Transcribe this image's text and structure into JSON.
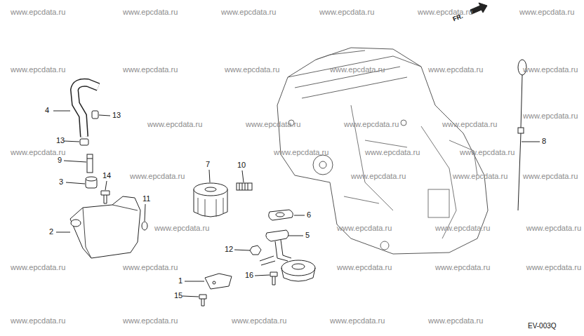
{
  "diagram": {
    "labels": [
      "4",
      "13",
      "13",
      "9",
      "3",
      "14",
      "11",
      "2",
      "7",
      "10",
      "6",
      "5",
      "12",
      "16",
      "1",
      "15",
      "8",
      "FR.",
      "EV-003Q",
      "www.epcdata.ru",
      "www.epcdata.ru",
      "www.epcdata.ru",
      "www.epcdata.ru",
      "www.epcdata.ru",
      "www.epcdata.ru",
      "www.epcdata.ru",
      "www.epcdata.ru",
      "www.epcdata.ru",
      "www.epcdata.ru",
      "www.epcdata.ru",
      "www.epcdata.ru",
      "www.epcdata.ru",
      "www.epcdata.ru",
      "www.epcdata.ru",
      "www.epcdata.ru",
      "www.epcdata.ru",
      "www.epcdata.ru",
      "www.epcdata.ru",
      "www.epcdata.ru",
      "www.epcdata.ru",
      "www.epcdata.ru",
      "www.epcdata.ru",
      "www.epcdata.ru",
      "www.epcdata.ru",
      "www.epcdata.ru",
      "www.epcdata.ru",
      "www.epcdata.ru",
      "www.epcdata.ru",
      "www.epcdata.ru",
      "www.epcdata.ru",
      "www.epcdata.ru",
      "www.epcdata.ru",
      "www.epcdata.ru",
      "www.epcdata.ru",
      "www.epcdata.ru",
      "www.epcdata.ru",
      "www.epcdata.ru",
      "www.epcdata.ru"
    ]
  }
}
